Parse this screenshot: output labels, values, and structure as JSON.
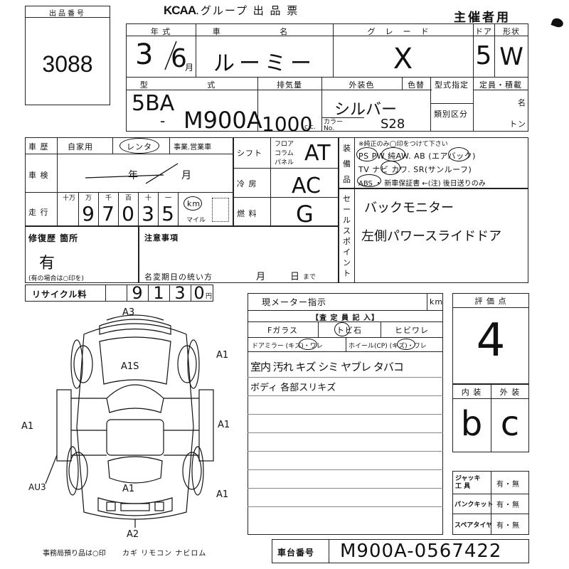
{
  "header": {
    "brand": "KCAA",
    "title": ".グループ 出 品 票",
    "organizer": "主催者用"
  },
  "lot": {
    "label": "出品番号",
    "number": "3088"
  },
  "vehicle": {
    "year_label": "年 式",
    "year_value": "3",
    "month_value": "6",
    "month_unit": "月",
    "name_label": "車 名",
    "name_value": "ルーミー",
    "grade_label": "グレード",
    "grade_value": "X",
    "door_label": "ドア",
    "door_value": "5",
    "shape_label": "形状",
    "shape_value": "W",
    "model_label": "型 式",
    "model_prefix": "5BA",
    "model_code": "M900A",
    "displacement_label": "排気量",
    "displacement_value": "1000",
    "displacement_unit": "c.c.",
    "exterior_color_label": "外装色",
    "color_change_label": "色替",
    "color_value": "シルバー",
    "color_no_label": "カラー No.",
    "color_no_value": "S28",
    "type_spec_label": "型式指定",
    "class_label": "類別区分",
    "capacity_label": "定員・積載",
    "capacity_unit": "名",
    "load_unit": "トン"
  },
  "history": {
    "label": "車 歴",
    "private": "自家用",
    "rental": "レンタ",
    "business": "事業.営業車",
    "inspection_label": "車 検",
    "inspection_year": "年",
    "inspection_month": "月",
    "mileage_label": "走 行",
    "digit_headers": [
      "十万",
      "万",
      "千",
      "百",
      "十",
      "一"
    ],
    "mileage_digits": [
      "9",
      "7",
      "0",
      "3",
      "5"
    ],
    "km_unit": "km",
    "mile_unit": "マイル"
  },
  "drivetrain": {
    "shift_label": "シフト",
    "shift_options": [
      "フロア",
      "コラム",
      "パネル"
    ],
    "shift_value": "AT",
    "ac_label": "冷 房",
    "ac_value": "AC",
    "fuel_label": "燃 料",
    "fuel_value": "G"
  },
  "equipment": {
    "label": "装 備 品",
    "note": "※純正のみ◯印をつけて下さい",
    "row1": "PS PW 純AW. AB (エアバック)",
    "row2": "TV ナビ カワ. SR(サンルーフ)",
    "row3": "ABS ・ 新車保証書 ←(注) 後日送りのみ"
  },
  "sales_point": {
    "label": "セールスポイント",
    "line1": "バックモニター",
    "line2": "左側パワースライドドア"
  },
  "repair": {
    "label": "修復歴 箇所",
    "value": "有",
    "note": "(有の場合は○印を)"
  },
  "notes": {
    "label": "注意事項",
    "change_label": "名変期日の统い方",
    "month": "月",
    "day": "日",
    "until": "まで"
  },
  "recycle": {
    "label": "リサイクル料",
    "digits": [
      "9",
      "1",
      "3",
      "0"
    ],
    "unit": "円"
  },
  "meter": {
    "label": "現メーター指示",
    "unit": "km",
    "inspector": "【査 定 員 記 入】",
    "glass": "Fガラス",
    "chip": "トビ石",
    "crack": "ヒビワレ",
    "mirror": "ドアミラー (キズ)・ワレ",
    "wheel": "ホイール(CP) (キズ)・ワレ",
    "note1": "室内 汚れ キズ シミ ヤブレ タバコ",
    "note2": "ボディ 各部スリキズ"
  },
  "score": {
    "label": "評 価 点",
    "value": "4",
    "interior_label": "内 装",
    "exterior_label": "外 装",
    "interior_value": "b",
    "exterior_value": "c"
  },
  "accessories": {
    "jack_label": "ジャッキ 工 具",
    "jack_value": "有・無",
    "puncture_label": "パンクキット",
    "puncture_value": "有・無",
    "spare_label": "スペアタイヤ",
    "spare_value": "有・無"
  },
  "diagram_marks": {
    "top": "A3",
    "front_right": "A1",
    "hood": "A1S",
    "left": "A1",
    "right": "A1",
    "bottom_left": "AU3",
    "rear_mid": "A1",
    "rear_right": "A1",
    "bottom": "A2"
  },
  "footer": {
    "office_note": "事務局預り品は○印",
    "items": "カギ リモコン ナビロム",
    "chassis_label": "車台番号",
    "chassis_value": "M900A-0567422"
  }
}
